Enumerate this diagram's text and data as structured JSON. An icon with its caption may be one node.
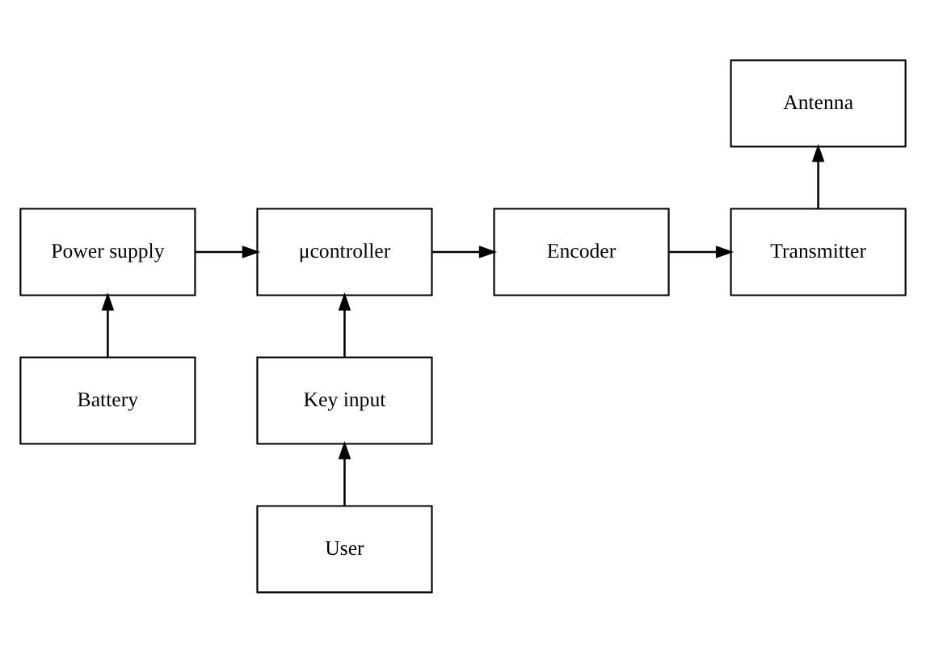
{
  "diagram": {
    "nodes": [
      {
        "text": [
          "Antenna"
        ]
      },
      {
        "text": [
          "Power supply"
        ]
      },
      {
        "text": [
          "μcontroller"
        ]
      },
      {
        "text": [
          "Encoder"
        ]
      },
      {
        "text": [
          "Transmitter"
        ]
      },
      {
        "text": [
          "Battery"
        ]
      },
      {
        "text": [
          "Key input"
        ]
      },
      {
        "text": [
          "User"
        ]
      }
    ],
    "edges": [
      {
        "from": 1,
        "to": 2,
        "arrow": "to"
      },
      {
        "from": 2,
        "to": 3,
        "arrow": "to"
      },
      {
        "from": 3,
        "to": 4,
        "arrow": "to"
      },
      {
        "from": 4,
        "to": 0,
        "arrow": "to"
      },
      {
        "from": 5,
        "to": 1,
        "arrow": "to"
      },
      {
        "from": 6,
        "to": 2,
        "arrow": "to"
      },
      {
        "from": 7,
        "to": 6,
        "arrow": "to"
      }
    ]
  }
}
